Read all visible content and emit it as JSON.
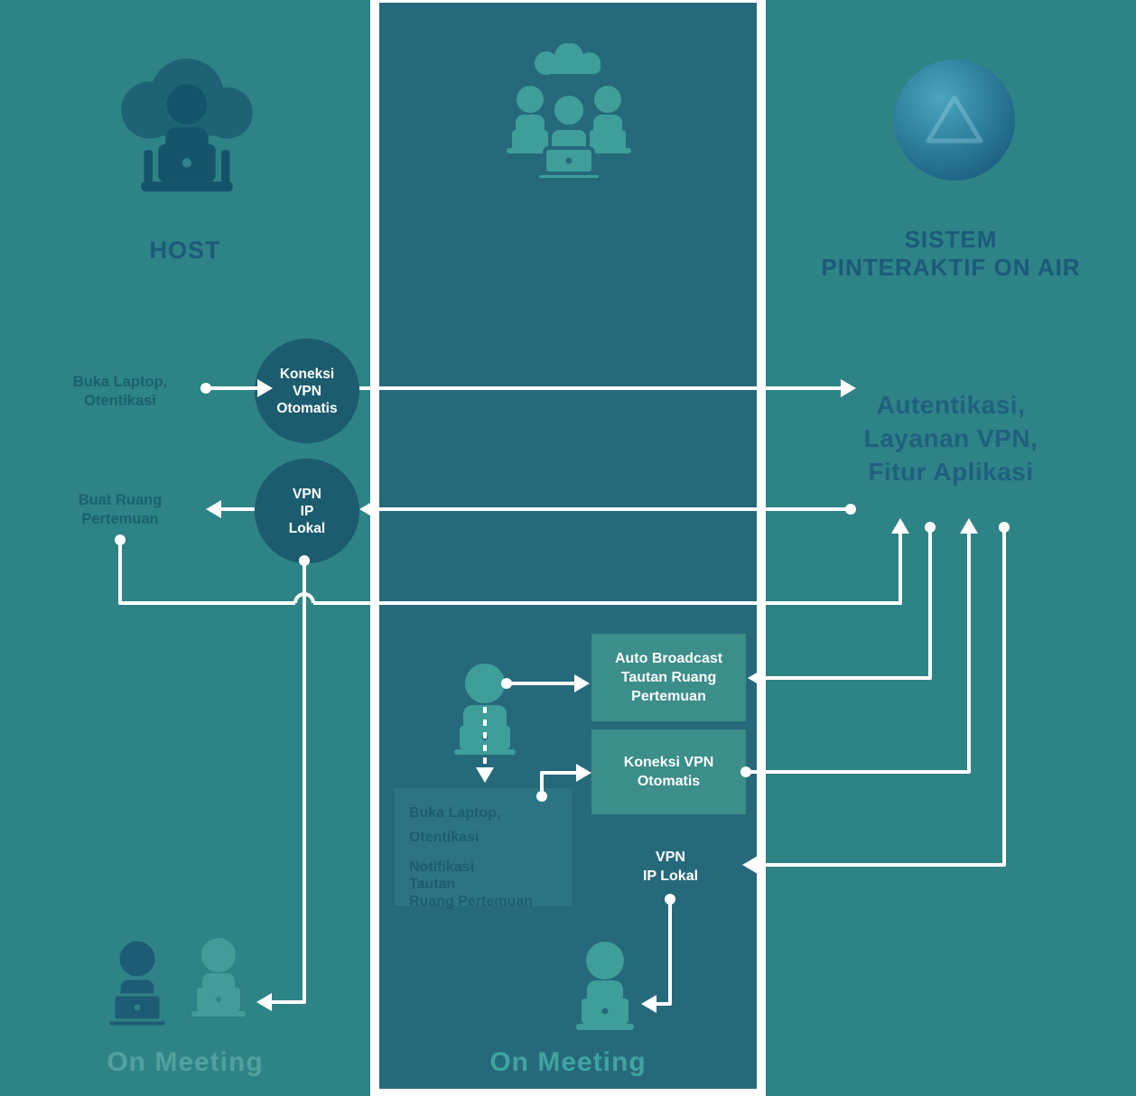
{
  "colors": {
    "left_bg": "#2e8386",
    "mid_bg": "#26697b",
    "circle_bg": "#1b5c6e",
    "box_bg": "#3b8e8a",
    "notify_bg": "#2c7484",
    "notify_text": "#1e5c6d",
    "heading": "#1c5a7a",
    "services": "#20607f",
    "subtext": "#1b6170",
    "footer_left": "#5da8a3",
    "footer_mid": "#3fa49e",
    "arrow": "#ffffff",
    "icon_light": "#3f9e9a",
    "icon_dark": "#1d5c74"
  },
  "host": {
    "title": "HOST",
    "step1": "Buka Laptop,\nOtentikasi",
    "circle_vpn": "Koneksi\nVPN\nOtomatis",
    "circle_ip": "VPN\nIP\nLokal",
    "step2": "Buat Ruang\nPertemuan",
    "footer": "On Meeting"
  },
  "participant": {
    "box_broadcast": "Auto Broadcast\nTautan Ruang\nPertemuan",
    "box_vpn": "Koneksi VPN\nOtomatis",
    "notify_p1": "Buka Laptop,\nOtentikasi",
    "notify_p2": "Notifikasi\nTautan\nRuang Pertemuan",
    "ip_label": "VPN\nIP Lokal",
    "footer": "On Meeting"
  },
  "system": {
    "title": "SISTEM\nPINTERAKTIF ON AIR",
    "services": "Autentikasi,\nLayanan VPN,\nFitur Aplikasi"
  },
  "icons": {
    "host_top": "cloud-user-laptop-icon",
    "mid_top": "group-users-cloud-icon",
    "system_top": "gradient-sphere-icon",
    "participant": "user-laptop-icon",
    "host_bottom": "two-users-meeting-icon",
    "mid_bottom": "user-laptop-icon"
  }
}
